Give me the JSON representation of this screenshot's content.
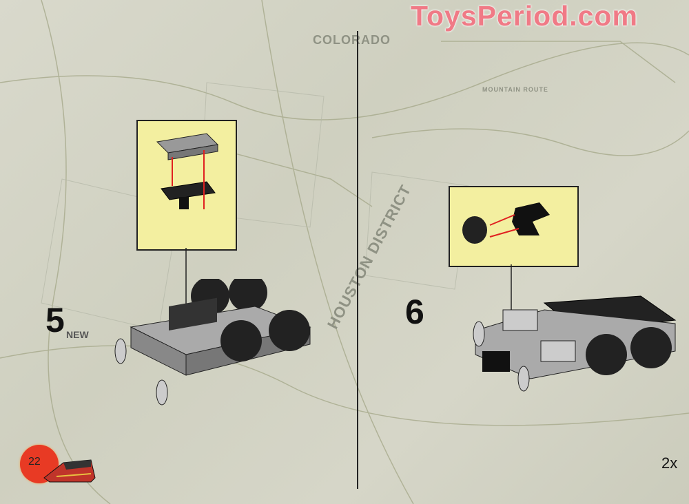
{
  "watermark": "ToysPeriod.com",
  "map_labels": {
    "state": "COLORADO",
    "district": "HOUSTON DISTRICT",
    "route": "MOUNTAIN ROUTE"
  },
  "steps": [
    {
      "number": "5",
      "tag": "NEW"
    },
    {
      "number": "6"
    }
  ],
  "page_number": "22",
  "quantity": "2x",
  "colors": {
    "callout_bg": "#f3efa0",
    "arrow": "#e02020",
    "page_badge": "#e83a24",
    "watermark": "#f07a86"
  }
}
